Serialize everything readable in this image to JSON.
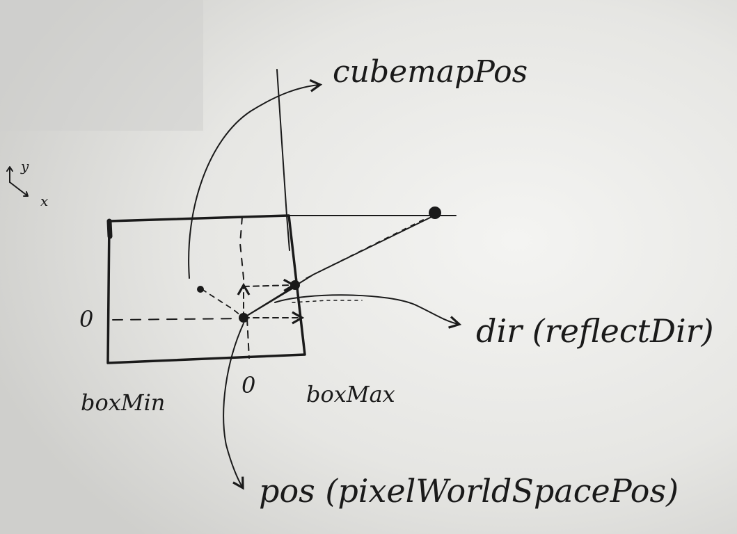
{
  "labels": {
    "cubemap_pos": "cubemapPos",
    "dir": "dir (reflectDir)",
    "pos": "pos (pixelWorldSpacePos)",
    "box_min": "boxMin",
    "box_max": "boxMax",
    "zero_x": "0",
    "zero_y": "0",
    "axis_y": "y",
    "axis_x": "x"
  },
  "colors": {
    "ink": "#1a1a1a",
    "paper": "#d9d9d7"
  }
}
